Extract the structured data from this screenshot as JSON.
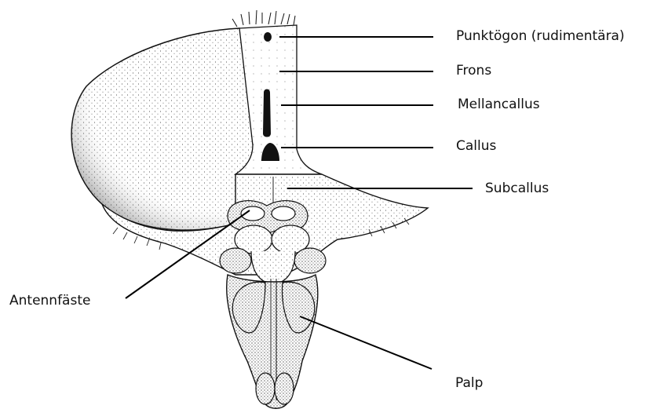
{
  "labels": {
    "punktogon": "Punktögon (rudimentära)",
    "frons": "Frons",
    "mellancallus": "Mellancallus",
    "callus": "Callus",
    "subcallus": "Subcallus",
    "antennfaste": "Antennfäste",
    "palp": "Palp"
  }
}
